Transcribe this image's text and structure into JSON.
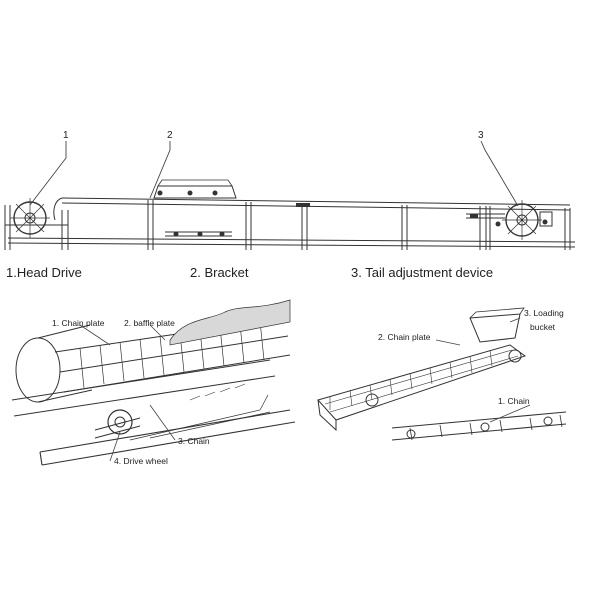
{
  "top_view": {
    "callouts": [
      "1",
      "2",
      "3"
    ],
    "captions": [
      "1.Head Drive",
      "2. Bracket",
      "3. Tail adjustment device"
    ]
  },
  "left_detail": {
    "labels": [
      "1. Chain plate",
      "2. baffle plate",
      "3. Chain",
      "4. Drive wheel"
    ]
  },
  "right_detail": {
    "labels": [
      "2. Chain plate",
      "3. Loading",
      "bucket",
      "1. Chain"
    ]
  }
}
